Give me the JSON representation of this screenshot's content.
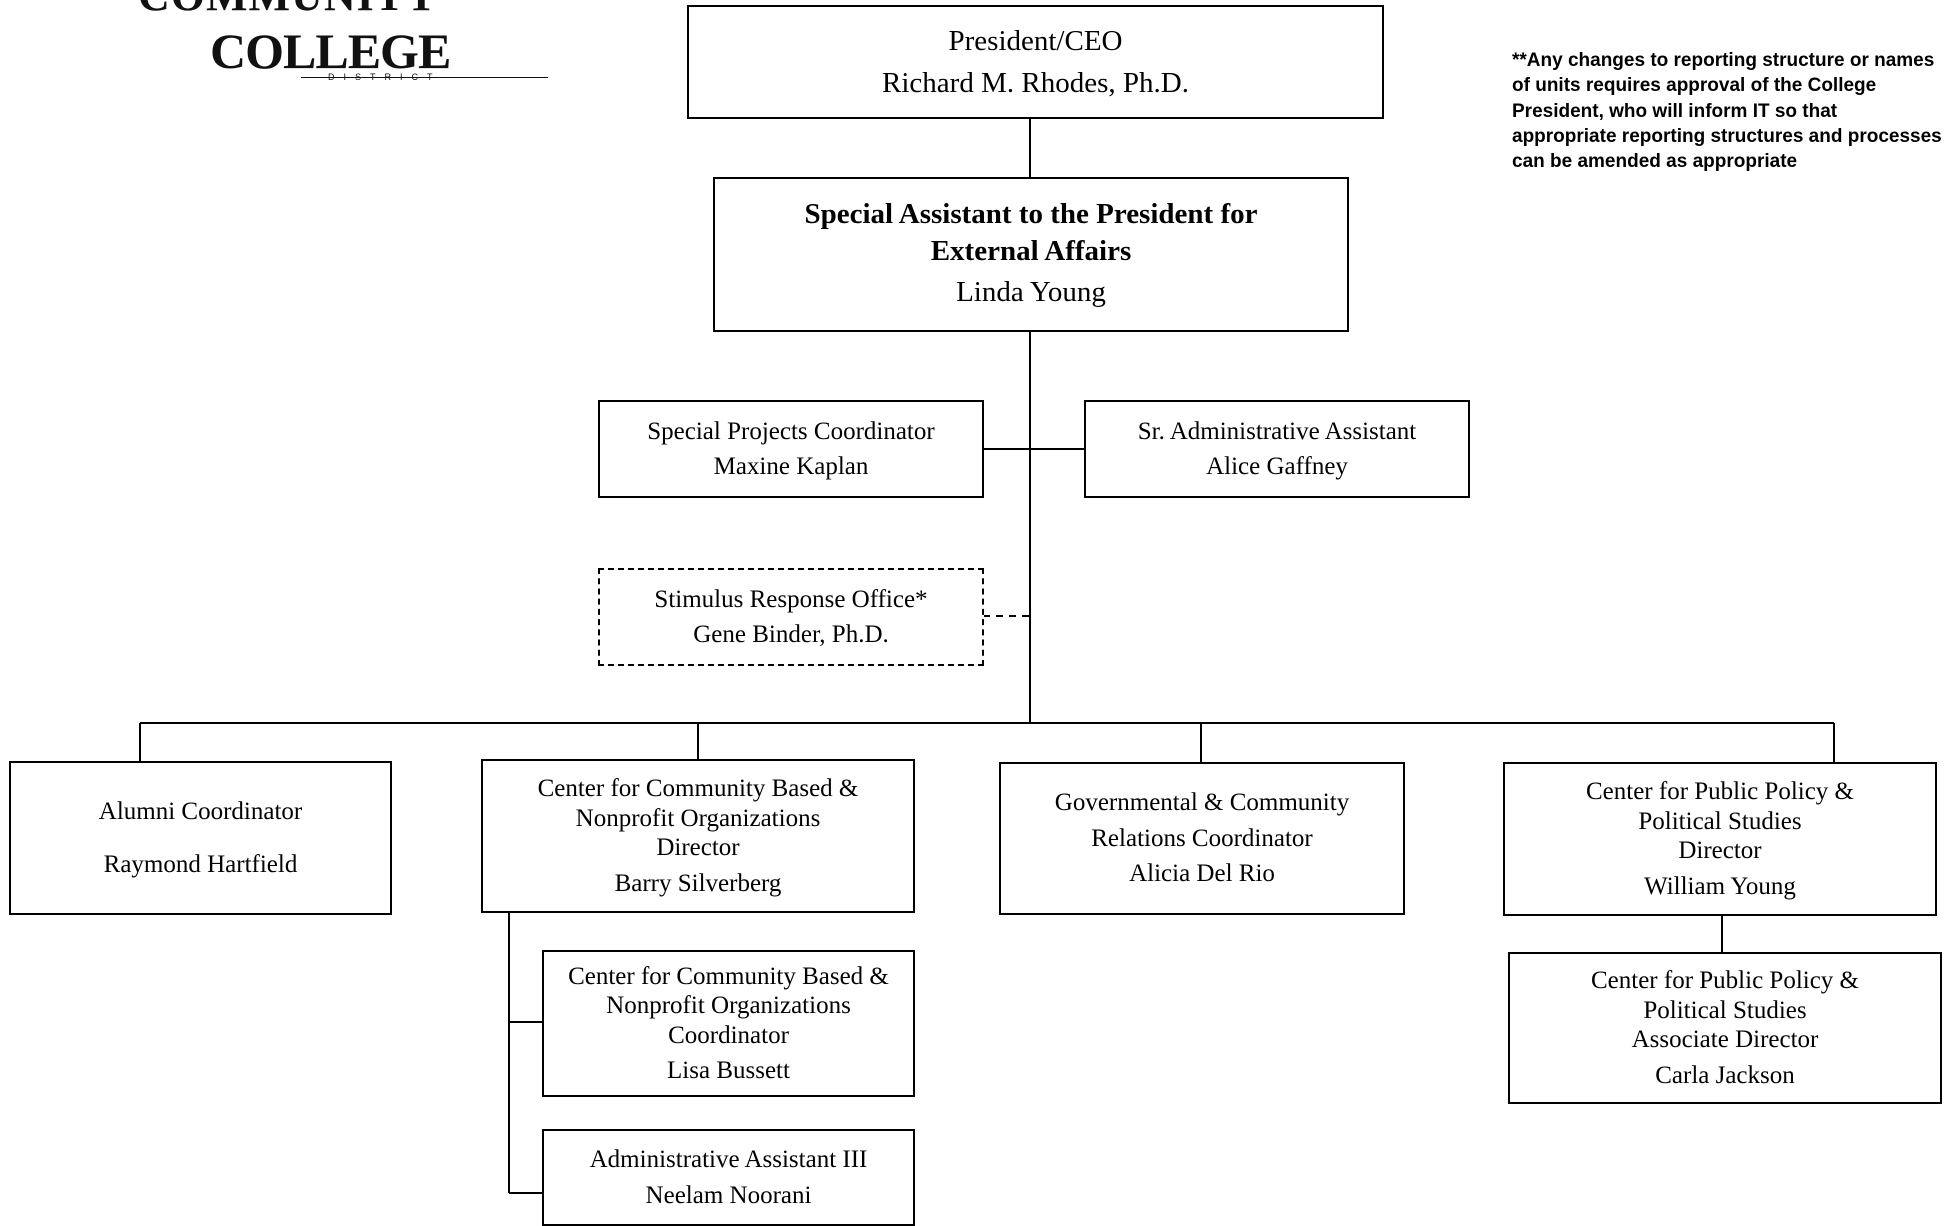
{
  "logo": {
    "line1": "COMMUNITY",
    "line2": "COLLEGE",
    "line3": "DISTRICT"
  },
  "note": "**Any changes to reporting structure or names of units requires approval of the College President, who will inform IT so that appropriate reporting structures and processes can be amended as appropriate",
  "boxes": {
    "president": {
      "title": "President/CEO",
      "name": "Richard M. Rhodes, Ph.D."
    },
    "special_assistant": {
      "title_line1": "Special Assistant to the President for",
      "title_line2": "External Affairs",
      "name": "Linda Young"
    },
    "special_projects": {
      "title": "Special Projects Coordinator",
      "name": "Maxine Kaplan"
    },
    "sr_admin": {
      "title": "Sr. Administrative Assistant",
      "name": "Alice Gaffney"
    },
    "stimulus": {
      "title": "Stimulus Response Office*",
      "name": "Gene Binder, Ph.D."
    },
    "alumni": {
      "title": "Alumni Coordinator",
      "name": "Raymond Hartfield"
    },
    "ccbno_director": {
      "line1": "Center for Community Based &",
      "line2": "Nonprofit Organizations",
      "line3": "Director",
      "name": "Barry Silverberg"
    },
    "gov_relations": {
      "line1": "Governmental & Community",
      "line2": "Relations Coordinator",
      "name": "Alicia Del Rio"
    },
    "cpps_director": {
      "line1": "Center for Public Policy &",
      "line2": "Political Studies",
      "line3": "Director",
      "name": "William Young"
    },
    "ccbno_coordinator": {
      "line1": "Center for Community Based &",
      "line2": "Nonprofit Organizations",
      "line3": "Coordinator",
      "name": "Lisa Bussett"
    },
    "admin_asst_iii": {
      "title": "Administrative Assistant III",
      "name": "Neelam Noorani"
    },
    "cpps_assoc_director": {
      "line1": "Center for Public Policy &",
      "line2": "Political Studies",
      "line3": "Associate Director",
      "name": "Carla Jackson"
    }
  }
}
